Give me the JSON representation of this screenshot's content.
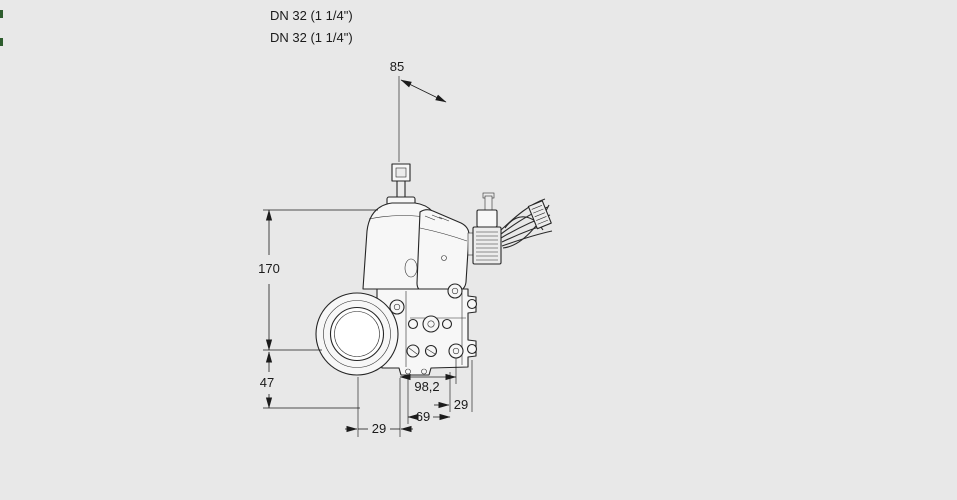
{
  "page": {
    "background": "#e8e8e8",
    "description_type": "technical dimension drawing of a gas solenoid valve"
  },
  "labels": {
    "title_line1": "DN 32 (1 1/4\")",
    "title_line2": "DN 32 (1 1/4\")"
  },
  "dimensions": {
    "d85": "85",
    "d170": "170",
    "d47": "47",
    "d98_2": "98,2",
    "d29_right": "29",
    "d69": "69",
    "d29_bottom": "29"
  },
  "colors": {
    "background": "#e8e8e8",
    "line": "#1b1b1b",
    "fill_light": "#f7f7f7",
    "fill_mid": "#ececec",
    "edge_mark": "#2d5c2d"
  }
}
